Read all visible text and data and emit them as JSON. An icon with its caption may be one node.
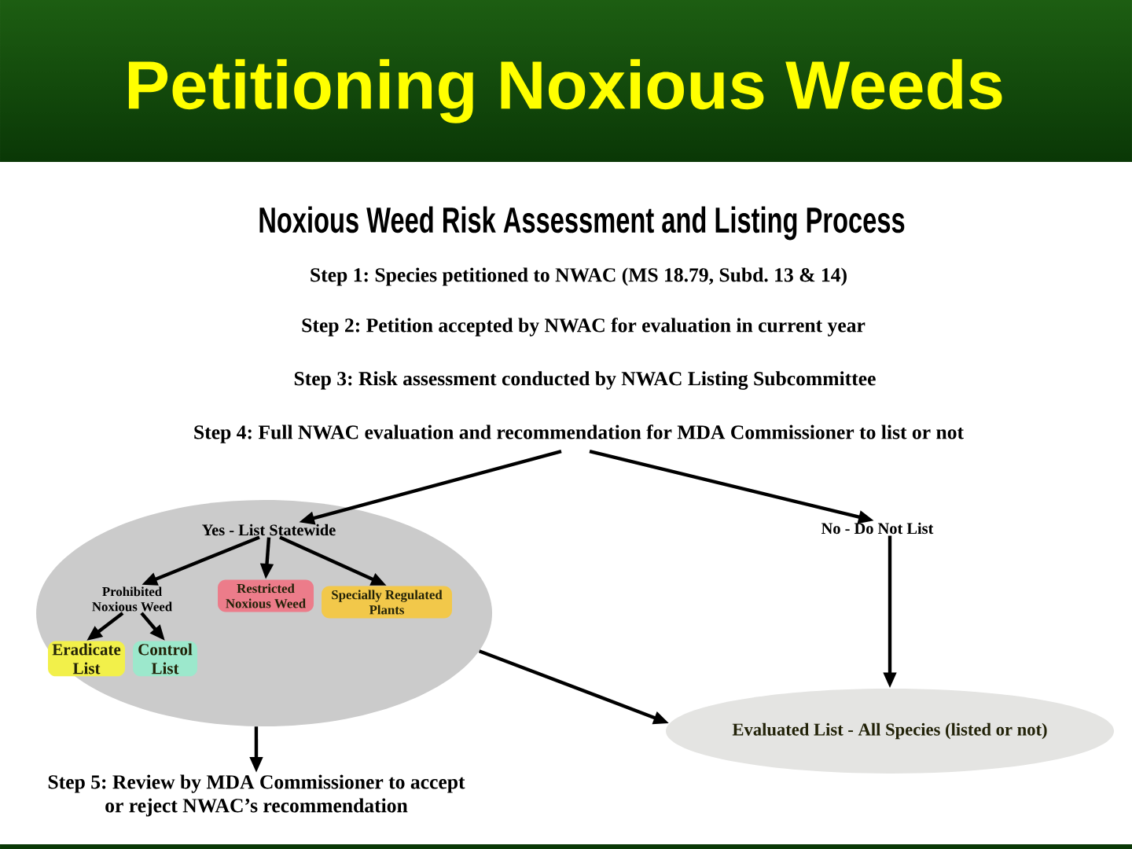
{
  "diagram": {
    "title": "Petitioning Noxious Weeds",
    "nodes": [
      {
        "text": [
          "Step 4: Full NWAC evaluation and recommendation for MDA Commissioner to list or not"
        ]
      },
      {
        "text": [],
        "shape": "ellipse"
      },
      {
        "text": [
          "Yes - List Statewide"
        ],
        "in": 1
      },
      {
        "text": [
          "Prohibited Noxious Weed"
        ],
        "in": 1
      },
      {
        "text": [
          "Restricted Noxious Weed"
        ],
        "in": 1
      },
      {
        "text": [
          "Specially Regulated Plants"
        ],
        "in": 1
      },
      {
        "text": [
          "Eradicate List"
        ],
        "in": 1
      },
      {
        "text": [
          "Control List"
        ],
        "in": 1
      },
      {
        "text": [
          "No - Do Not List"
        ]
      },
      {
        "text": [
          "Evaluated List - All Species (listed or not)"
        ]
      },
      {
        "text": [
          "Step 5: Review by MDA Commissioner to accept or reject NWAC’s recommendation"
        ]
      }
    ],
    "edges": [
      {
        "from": 0,
        "to": 2,
        "arrow": "to"
      },
      {
        "from": 0,
        "to": 8,
        "arrow": "to"
      },
      {
        "from": 2,
        "to": 3,
        "arrow": "to"
      },
      {
        "from": 2,
        "to": 4,
        "arrow": "to"
      },
      {
        "from": 2,
        "to": 5,
        "arrow": "to"
      },
      {
        "from": 3,
        "to": 6,
        "arrow": "to"
      },
      {
        "from": 3,
        "to": 7,
        "arrow": "to"
      },
      {
        "from": 8,
        "to": 9,
        "arrow": "to"
      },
      {
        "from": 1,
        "to": 9,
        "arrow": "to"
      },
      {
        "from": 1,
        "to": 10,
        "arrow": "to"
      }
    ],
    "labels": [
      "Noxious Weed Risk Assessment and Listing Process",
      "Step 1: Species petitioned to NWAC (MS 18.79, Subd. 13 & 14)",
      "Step 2: Petition accepted by NWAC for evaluation in current year",
      "Step 3: Risk assessment conducted by NWAC Listing Subcommittee"
    ]
  }
}
